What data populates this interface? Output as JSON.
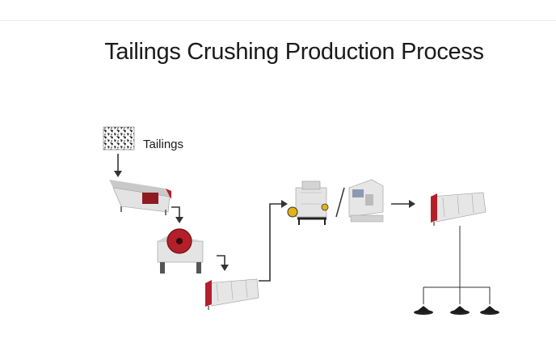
{
  "title": "Tailings Crushing Production Process",
  "input_label": "Tailings",
  "colors": {
    "machine_body": "#e2e2e2",
    "machine_shadow": "#9a9a9a",
    "accent_red": "#b3202a",
    "accent_yellow": "#e2b317",
    "line": "#333333"
  },
  "equipment": [
    {
      "name": "tailings-pile",
      "icon": "ore-pile-icon"
    },
    {
      "name": "vibrating-feeder",
      "icon": "feeder-icon"
    },
    {
      "name": "jaw-crusher",
      "icon": "jaw-crusher-icon"
    },
    {
      "name": "vibrating-screen-1",
      "icon": "screen-icon"
    },
    {
      "name": "cone-crusher",
      "icon": "cone-crusher-icon"
    },
    {
      "name": "impact-crusher",
      "icon": "impact-crusher-icon"
    },
    {
      "name": "vibrating-screen-2",
      "icon": "screen-icon"
    },
    {
      "name": "product-pile-1",
      "icon": "product-pile-icon"
    },
    {
      "name": "product-pile-2",
      "icon": "product-pile-icon"
    },
    {
      "name": "product-pile-3",
      "icon": "product-pile-icon"
    }
  ]
}
